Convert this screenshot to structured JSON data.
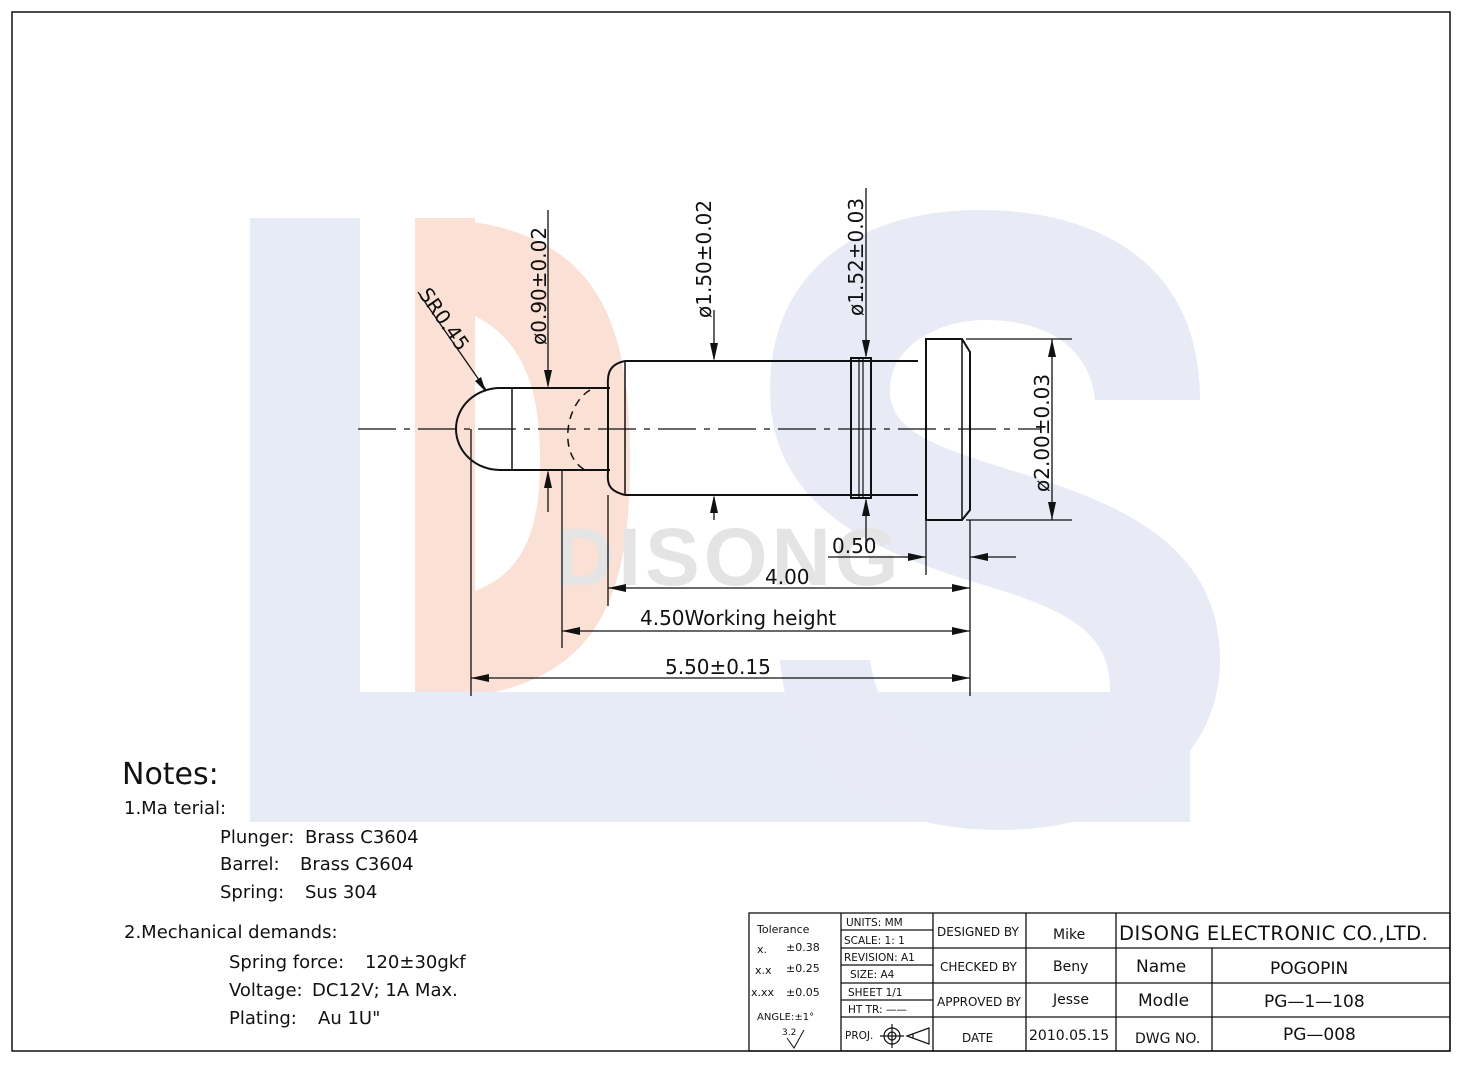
{
  "watermark": {
    "letters": "DS",
    "text": "DISONG",
    "colors": {
      "d_outline": "#e7ebf6",
      "d_inner": "#fbe0d6",
      "s_fill": "#e8ebf6",
      "text": "#e2e2e2"
    }
  },
  "dimensions": {
    "radius": "SR0.45",
    "plunger_dia": "ø0.90±0.02",
    "barrel_dia": "ø1.50±0.02",
    "groove_dia": "ø1.52±0.03",
    "flange_dia": "ø2.00±0.03",
    "flange_len": "0.50",
    "barrel_len": "4.00",
    "working_height": "4.50Working height",
    "total_len": "5.50±0.15"
  },
  "notes": {
    "title": "Notes:",
    "material_heading": "1.Ma terial:",
    "materials": [
      {
        "label": "Plunger:",
        "value": "Brass C3604"
      },
      {
        "label": "Barrel:",
        "value": "Brass C3604"
      },
      {
        "label": "Spring:",
        "value": "Sus 304"
      }
    ],
    "mechanical_heading": "2.Mechanical demands:",
    "mechanical": [
      {
        "label": "Spring force:",
        "value": "120±30gkf"
      },
      {
        "label": "Voltage:",
        "value": "DC12V;  1A Max."
      },
      {
        "label": "Plating:",
        "value": "Au 1U\""
      }
    ]
  },
  "title_block": {
    "tolerance": {
      "title": "Tolerance",
      "rows": [
        {
          "fmt": "x.",
          "val": "±0.38"
        },
        {
          "fmt": "x.x",
          "val": "±0.25"
        },
        {
          "fmt": "x.xx",
          "val": "±0.05"
        }
      ],
      "angle": "ANGLE:±1°",
      "roughness": "3.2"
    },
    "units": "UNITS:   MM",
    "scale": "SCALE:    1: 1",
    "revision": "REVISION:  A1",
    "size": "SIZE:     A4",
    "sheet": "SHEET   1/1",
    "ht_tr": "HT TR:  ——",
    "proj": "PROJ.",
    "designed_by_label": "DESIGNED BY",
    "designed_by": "Mike",
    "checked_by_label": "CHECKED BY",
    "checked_by": "Beny",
    "approved_by_label": "APPROVED BY",
    "approved_by": "Jesse",
    "date_label": "DATE",
    "date": "2010.05.15",
    "company": "DISONG ELECTRONIC CO.,LTD.",
    "name_label": "Name",
    "name": "POGOPIN",
    "model_label": "Modle",
    "model": "PG—1—108",
    "dwg_label": "DWG NO.",
    "dwg_no": "PG—008"
  }
}
